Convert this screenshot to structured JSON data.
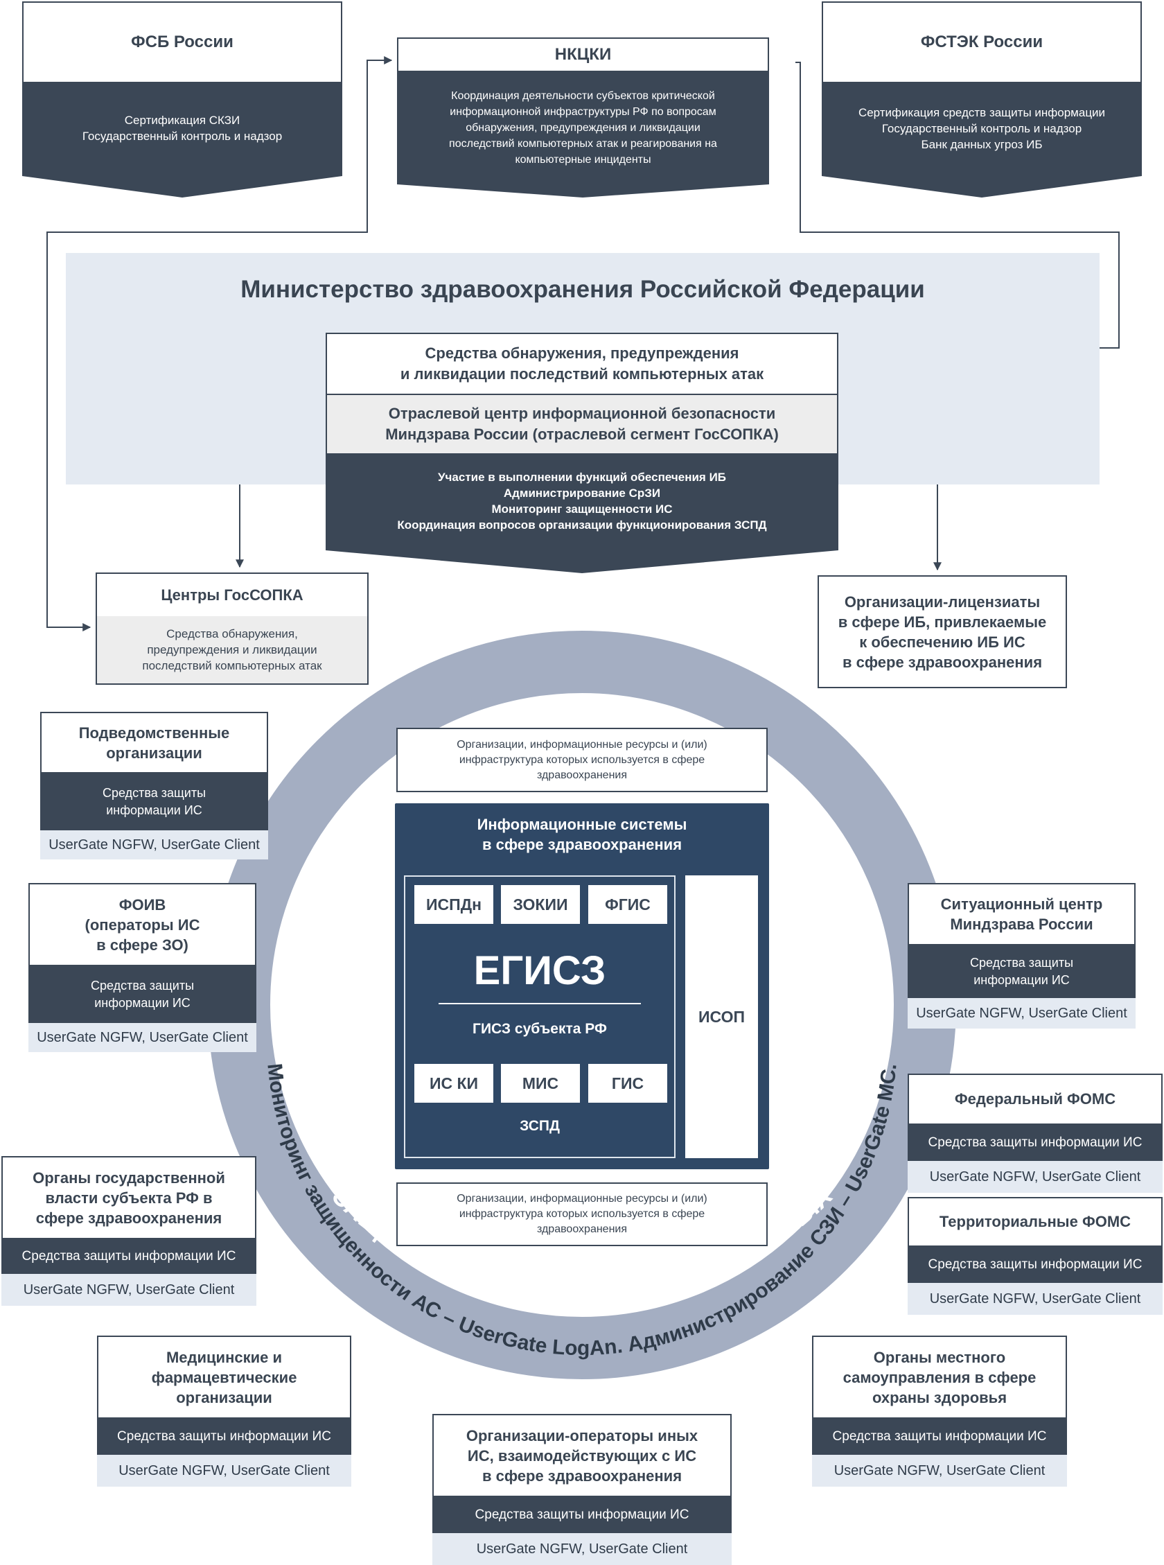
{
  "top": {
    "fsb": {
      "title": "ФСБ России",
      "body": "Сертификация СКЗИ\nГосударственный контроль и надзор"
    },
    "nkcki": {
      "title": "НКЦКИ",
      "body": "Координация деятельности субъектов критической\nинформационной инфраструктуры РФ по вопросам\nобнаружения, предупреждения и ликвидации\nпоследствий компьютерных атак и реагирования на\nкомпьютерные инциденты"
    },
    "fstek": {
      "title": "ФСТЭК России",
      "body": "Сертификация средств защиты информации\nГосударственный контроль и надзор\nБанк данных угроз ИБ"
    }
  },
  "ministry": {
    "title": "Министерство здравоохранения Российской Федерации",
    "detect": "Средства обнаружения, предупреждения\nи ликвидации последствий компьютерных атак",
    "center": "Отраслевой центр информационной безопасности\nМиндзрава России (отраслевой сегмент ГосСОПКА)",
    "functions": "Участие в выполнении функций обеспечения ИБ\nАдминистрирование СрЗИ\nМониторинг защищенности ИС\nКоординация вопросов организации функционирования ЗСПД"
  },
  "gossopka": {
    "title": "Центры ГосСОПКА",
    "body": "Средства обнаружения,\nпредупреждения и ликвидации\nпоследствий компьютерных атак"
  },
  "licensees": {
    "title": "Организации-лицензиаты\nв сфере ИБ, привлекаемые\nк обеспечению ИБ ИС\nв сфере здравоохранения"
  },
  "orgs": {
    "subordinate": {
      "title": "Подведомственные\nорганизации",
      "tools": "Средства защиты\nинформации ИС",
      "product": "UserGate NGFW, UserGate Client"
    },
    "foiv": {
      "title": "ФОИВ\n(операторы ИС\nв сфере ЗО)",
      "tools": "Средства защиты\nинформации ИС",
      "product": "UserGate NGFW, UserGate Client"
    },
    "regional_gov": {
      "title": "Органы государственной\nвласти субъекта РФ в\nсфере здравоохранения",
      "tools": "Средства защиты информации ИС",
      "product": "UserGate NGFW, UserGate Client"
    },
    "medical": {
      "title": "Медицинские и\nфармацевтические\nорганизации",
      "tools": "Средства защиты информации ИС",
      "product": "UserGate NGFW, UserGate Client"
    },
    "operators": {
      "title": "Организации-операторы иных\nИС, взаимодействующих с ИС\nв сфере здравоохранения",
      "tools": "Средства защиты информации ИС",
      "product": "UserGate NGFW, UserGate Client"
    },
    "local_gov": {
      "title": "Органы местного\nсамоуправления в сфере\nохраны здоровья",
      "tools": "Средства защиты информации ИС",
      "product": "UserGate NGFW, UserGate Client"
    },
    "situation": {
      "title": "Ситуационный центр\nМиндзрава России",
      "tools": "Средства защиты\nинформации ИС",
      "product": "UserGate NGFW, UserGate Client"
    },
    "federal_foms": {
      "title": "Федеральный ФОМС",
      "tools": "Средства защиты информации ИС",
      "product": "UserGate NGFW, UserGate Client"
    },
    "territorial_foms": {
      "title": "Территориальные ФОМС",
      "tools": "Средства защиты информации ИС",
      "product": "UserGate NGFW, UserGate Client"
    }
  },
  "core": {
    "resources_top": "Организации, информационные ресурсы и (или)\nинфраструктура которых используется в сфере\nздравоохранения",
    "resources_bottom": "Организации, информационные ресурсы и (или)\nинфраструктура которых используется в сфере\nздравоохранения",
    "is_title": "Информационные системы\nв сфере здравоохранения",
    "ispdn": "ИСПДн",
    "zokii": "ЗОКИИ",
    "fgis": "ФГИС",
    "egisz": "ЕГИСЗ",
    "gisz": "ГИСЗ субъекта РФ",
    "iski": "ИС КИ",
    "mis": "МИС",
    "gis": "ГИС",
    "zspd": "ЗСПД",
    "isop": "ИСОП"
  },
  "ring": {
    "inner": "Мониторинг защищенности АС – UserGate LogAn. Администрирование СЗИ – UserGate MC.",
    "outer": "ЗАЩИЩЕННАЯ СЕТЬ ПЕРЕДАЧИ ДАННЫХ"
  },
  "colors": {
    "dark": "#3b4756",
    "navy": "#2f4866",
    "ring": "#a4aec2",
    "band": "#e4eaf2"
  }
}
